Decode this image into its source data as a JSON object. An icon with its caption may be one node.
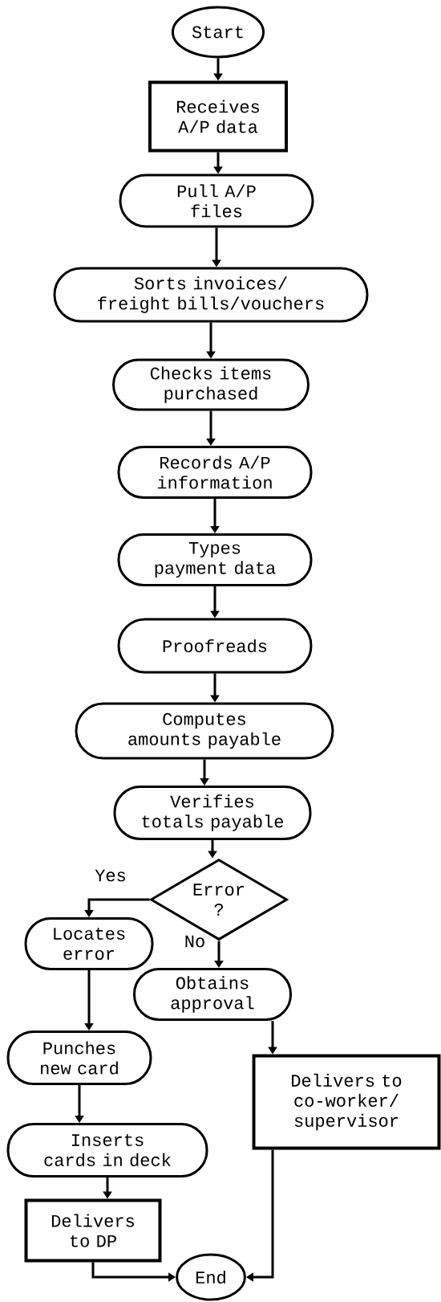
{
  "diagram": {
    "nodes": [
      {
        "text": [
          "Start"
        ]
      },
      {
        "text": [
          "Receives A/P data"
        ]
      },
      {
        "text": [
          "Pull A/P files"
        ]
      },
      {
        "text": [
          "Sorts invoices/ freight bills/vouchers"
        ]
      },
      {
        "text": [
          "Checks items purchased"
        ]
      },
      {
        "text": [
          "Records A/P information"
        ]
      },
      {
        "text": [
          "Types payment data"
        ]
      },
      {
        "text": [
          "Proofreads"
        ]
      },
      {
        "text": [
          "Computes amounts payable"
        ]
      },
      {
        "text": [
          "Verifies totals payable"
        ]
      },
      {
        "text": [
          "Error ?"
        ]
      },
      {
        "text": [
          "Locates error"
        ]
      },
      {
        "text": [
          "Obtains approval"
        ]
      },
      {
        "text": [
          "Punches new card"
        ]
      },
      {
        "text": [
          "Delivers to co-worker/ supervisor"
        ]
      },
      {
        "text": [
          "Inserts cards in deck"
        ]
      },
      {
        "text": [
          "Delivers to DP"
        ]
      },
      {
        "text": [
          "End"
        ]
      }
    ],
    "edges": [
      {
        "from": 0,
        "to": 1,
        "arrow": "to"
      },
      {
        "from": 1,
        "to": 2,
        "arrow": "to"
      },
      {
        "from": 2,
        "to": 3,
        "arrow": "to"
      },
      {
        "from": 3,
        "to": 4,
        "arrow": "to"
      },
      {
        "from": 4,
        "to": 5,
        "arrow": "to"
      },
      {
        "from": 5,
        "to": 6,
        "arrow": "to"
      },
      {
        "from": 6,
        "to": 7,
        "arrow": "to"
      },
      {
        "from": 7,
        "to": 8,
        "arrow": "to"
      },
      {
        "from": 8,
        "to": 9,
        "arrow": "to"
      },
      {
        "from": 9,
        "to": 10,
        "arrow": "to"
      },
      {
        "from": 10,
        "to": 11,
        "arrow": "to",
        "label": "Yes"
      },
      {
        "from": 10,
        "to": 12,
        "arrow": "to",
        "label": "No"
      },
      {
        "from": 11,
        "to": 13,
        "arrow": "to"
      },
      {
        "from": 12,
        "to": 14,
        "arrow": "to"
      },
      {
        "from": 13,
        "to": 15,
        "arrow": "to"
      },
      {
        "from": 15,
        "to": 16,
        "arrow": "to"
      },
      {
        "from": 16,
        "to": 17,
        "arrow": "to"
      },
      {
        "from": 14,
        "to": 17,
        "arrow": "to"
      }
    ]
  }
}
